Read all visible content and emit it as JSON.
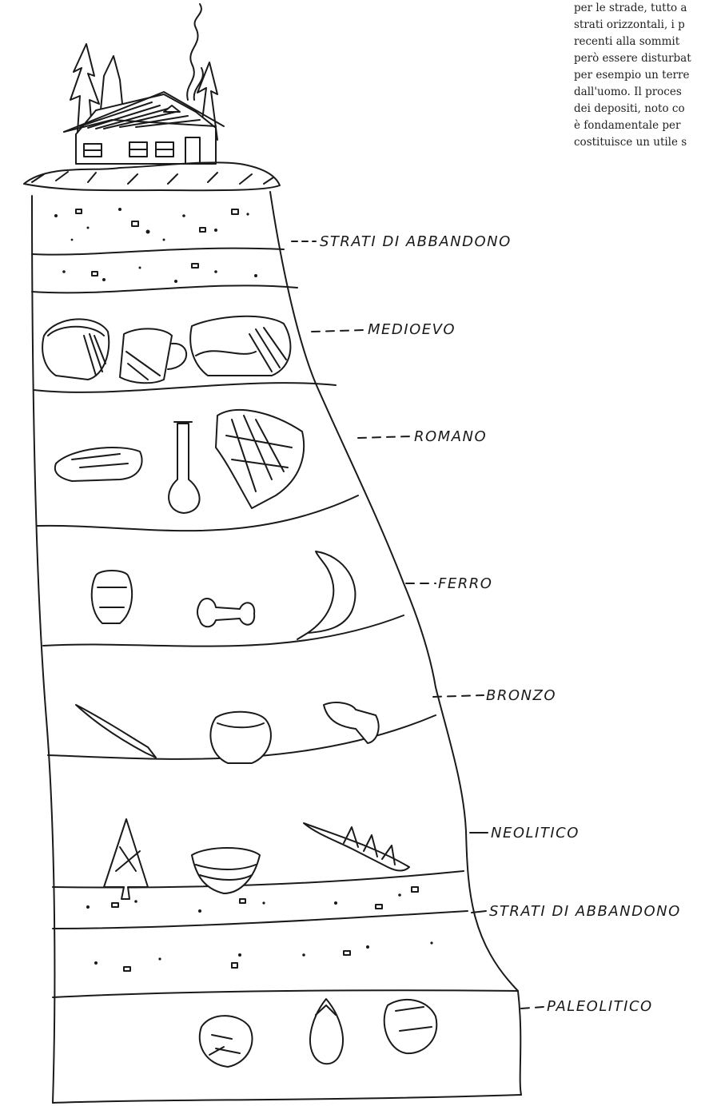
{
  "side_text": [
    "per le strade, tutto a",
    "strati orizzontali, i p",
    "recenti alla sommit",
    "però essere disturbat",
    "per esempio un terre",
    "dall'uomo. Il proces",
    "dei depositi, noto co",
    "è fondamentale per",
    "costituisce un utile s"
  ],
  "layers": [
    {
      "key": "abbandono_top",
      "label": "STRATI DI ABBANDONO"
    },
    {
      "key": "medioevo",
      "label": "MEDIOEVO"
    },
    {
      "key": "romano",
      "label": "ROMANO"
    },
    {
      "key": "ferro",
      "label": "FERRO"
    },
    {
      "key": "bronzo",
      "label": "BRONZO"
    },
    {
      "key": "neolitico",
      "label": "NEOLITICO"
    },
    {
      "key": "abbandono_bottom",
      "label": "STRATI DI ABBANDONO"
    },
    {
      "key": "paleolitico",
      "label": "PALEOLITICO"
    }
  ],
  "artifacts": [
    "bowl-icon",
    "cup-icon",
    "dish-icon",
    "oil-lamp-icon",
    "glass-flask-icon",
    "mosaic-fragment-icon",
    "iron-jar-icon",
    "bone-icon",
    "sickle-icon",
    "bronze-dagger-icon",
    "bronze-pot-icon",
    "bronze-axe-icon",
    "arrowhead-icon",
    "neolithic-bowl-icon",
    "harpoon-icon",
    "chopper-stone-icon",
    "handaxe-icon",
    "core-stone-icon"
  ],
  "colors": {
    "ink": "#1a1a1a",
    "paper": "#ffffff"
  }
}
